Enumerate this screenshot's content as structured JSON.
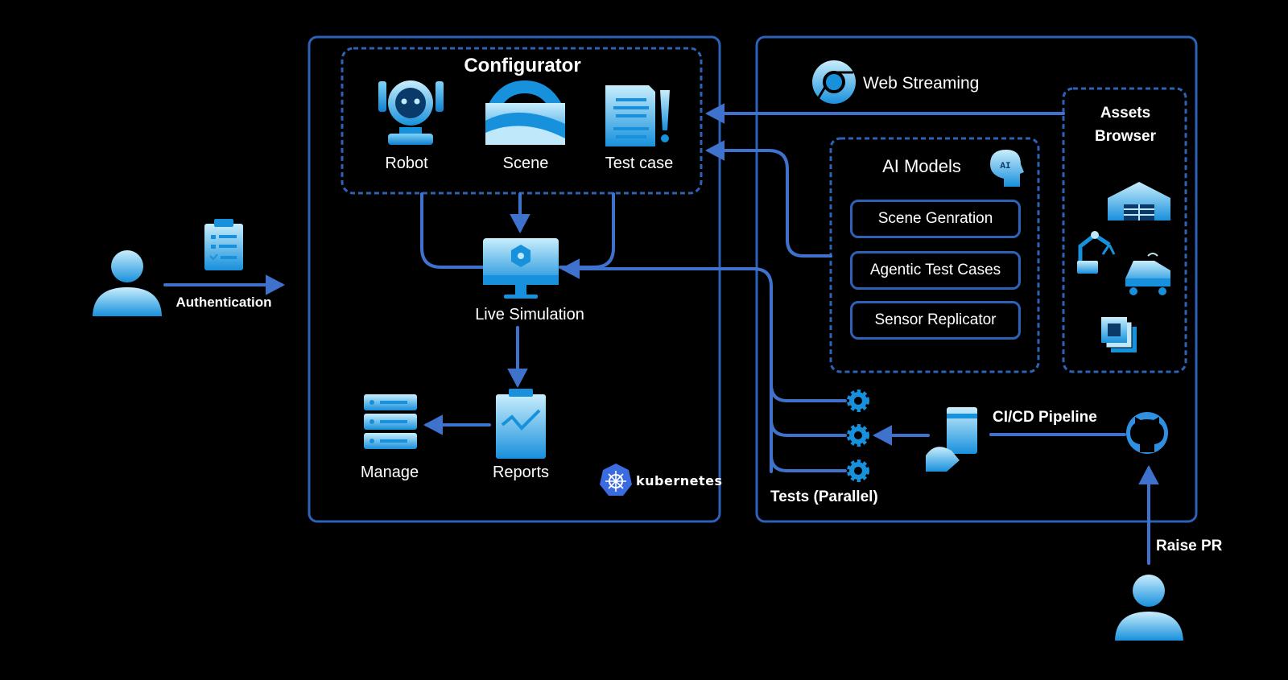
{
  "colors": {
    "background": "#000000",
    "frame": "#2d62b8",
    "arrow": "#3f72cc",
    "icon_light": "#bfe9fb",
    "icon_dark": "#1891dc"
  },
  "configurator": {
    "title": "Configurator",
    "items": [
      {
        "label": "Robot",
        "icon": "robot-icon"
      },
      {
        "label": "Scene",
        "icon": "scene-icon"
      },
      {
        "label": "Test case",
        "icon": "test-case-icon"
      }
    ]
  },
  "center": {
    "live_simulation": "Live Simulation",
    "reports": "Reports",
    "manage": "Manage",
    "kubernetes": "kubernetes"
  },
  "left": {
    "authentication": "Authentication"
  },
  "right": {
    "web_streaming": "Web Streaming",
    "ai_models": {
      "title": "AI Models",
      "badge": "AI",
      "items": [
        "Scene Genration",
        "Agentic Test Cases",
        "Sensor Replicator"
      ]
    },
    "assets_browser": {
      "title_line1": "Assets",
      "title_line2": "Browser"
    },
    "tests": "Tests (Parallel)",
    "cicd": "CI/CD Pipeline",
    "raise_pr": "Raise PR"
  }
}
